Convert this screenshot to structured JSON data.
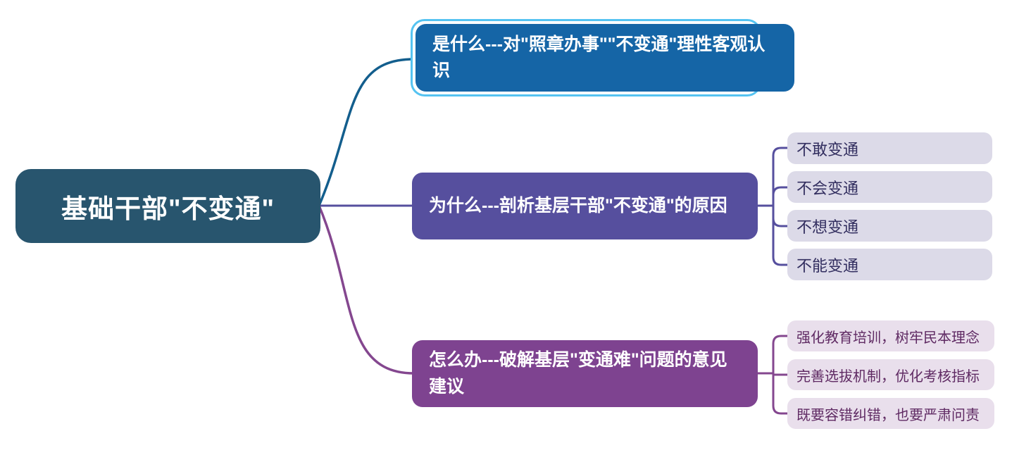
{
  "root": {
    "label": "基础干部\"不变通\""
  },
  "branches": [
    {
      "label": "是什么---对\"照章办事\"\"不变通\"理性客观认识",
      "selected": true,
      "children": []
    },
    {
      "label": "为什么---剖析基层干部\"不变通\"的原因",
      "selected": false,
      "children": [
        "不敢变通",
        "不会变通",
        "不想变通",
        "不能变通"
      ]
    },
    {
      "label": "怎么办---破解基层\"变通难\"问题的意见建议",
      "selected": false,
      "children": [
        "强化教育培训，树牢民本理念",
        "完善选拔机制，优化考核指标",
        "既要容错纠错，也要严肃问责"
      ]
    }
  ],
  "palette": {
    "root_fill": "#28556e",
    "branch_what_fill": "#1565a6",
    "selection_ring": "#55c3f1",
    "branch_why_fill": "#564f9e",
    "branch_how_fill": "#7e4390",
    "leaf_why_fill": "#dcdae8",
    "leaf_why_text": "#322e5f",
    "leaf_how_fill": "#e9dfec",
    "leaf_how_text": "#5f2a63",
    "edge_what": "#135e8d",
    "edge_why": "#564f9e",
    "edge_how": "#84478f",
    "text_on_dark": "#ffffff"
  }
}
